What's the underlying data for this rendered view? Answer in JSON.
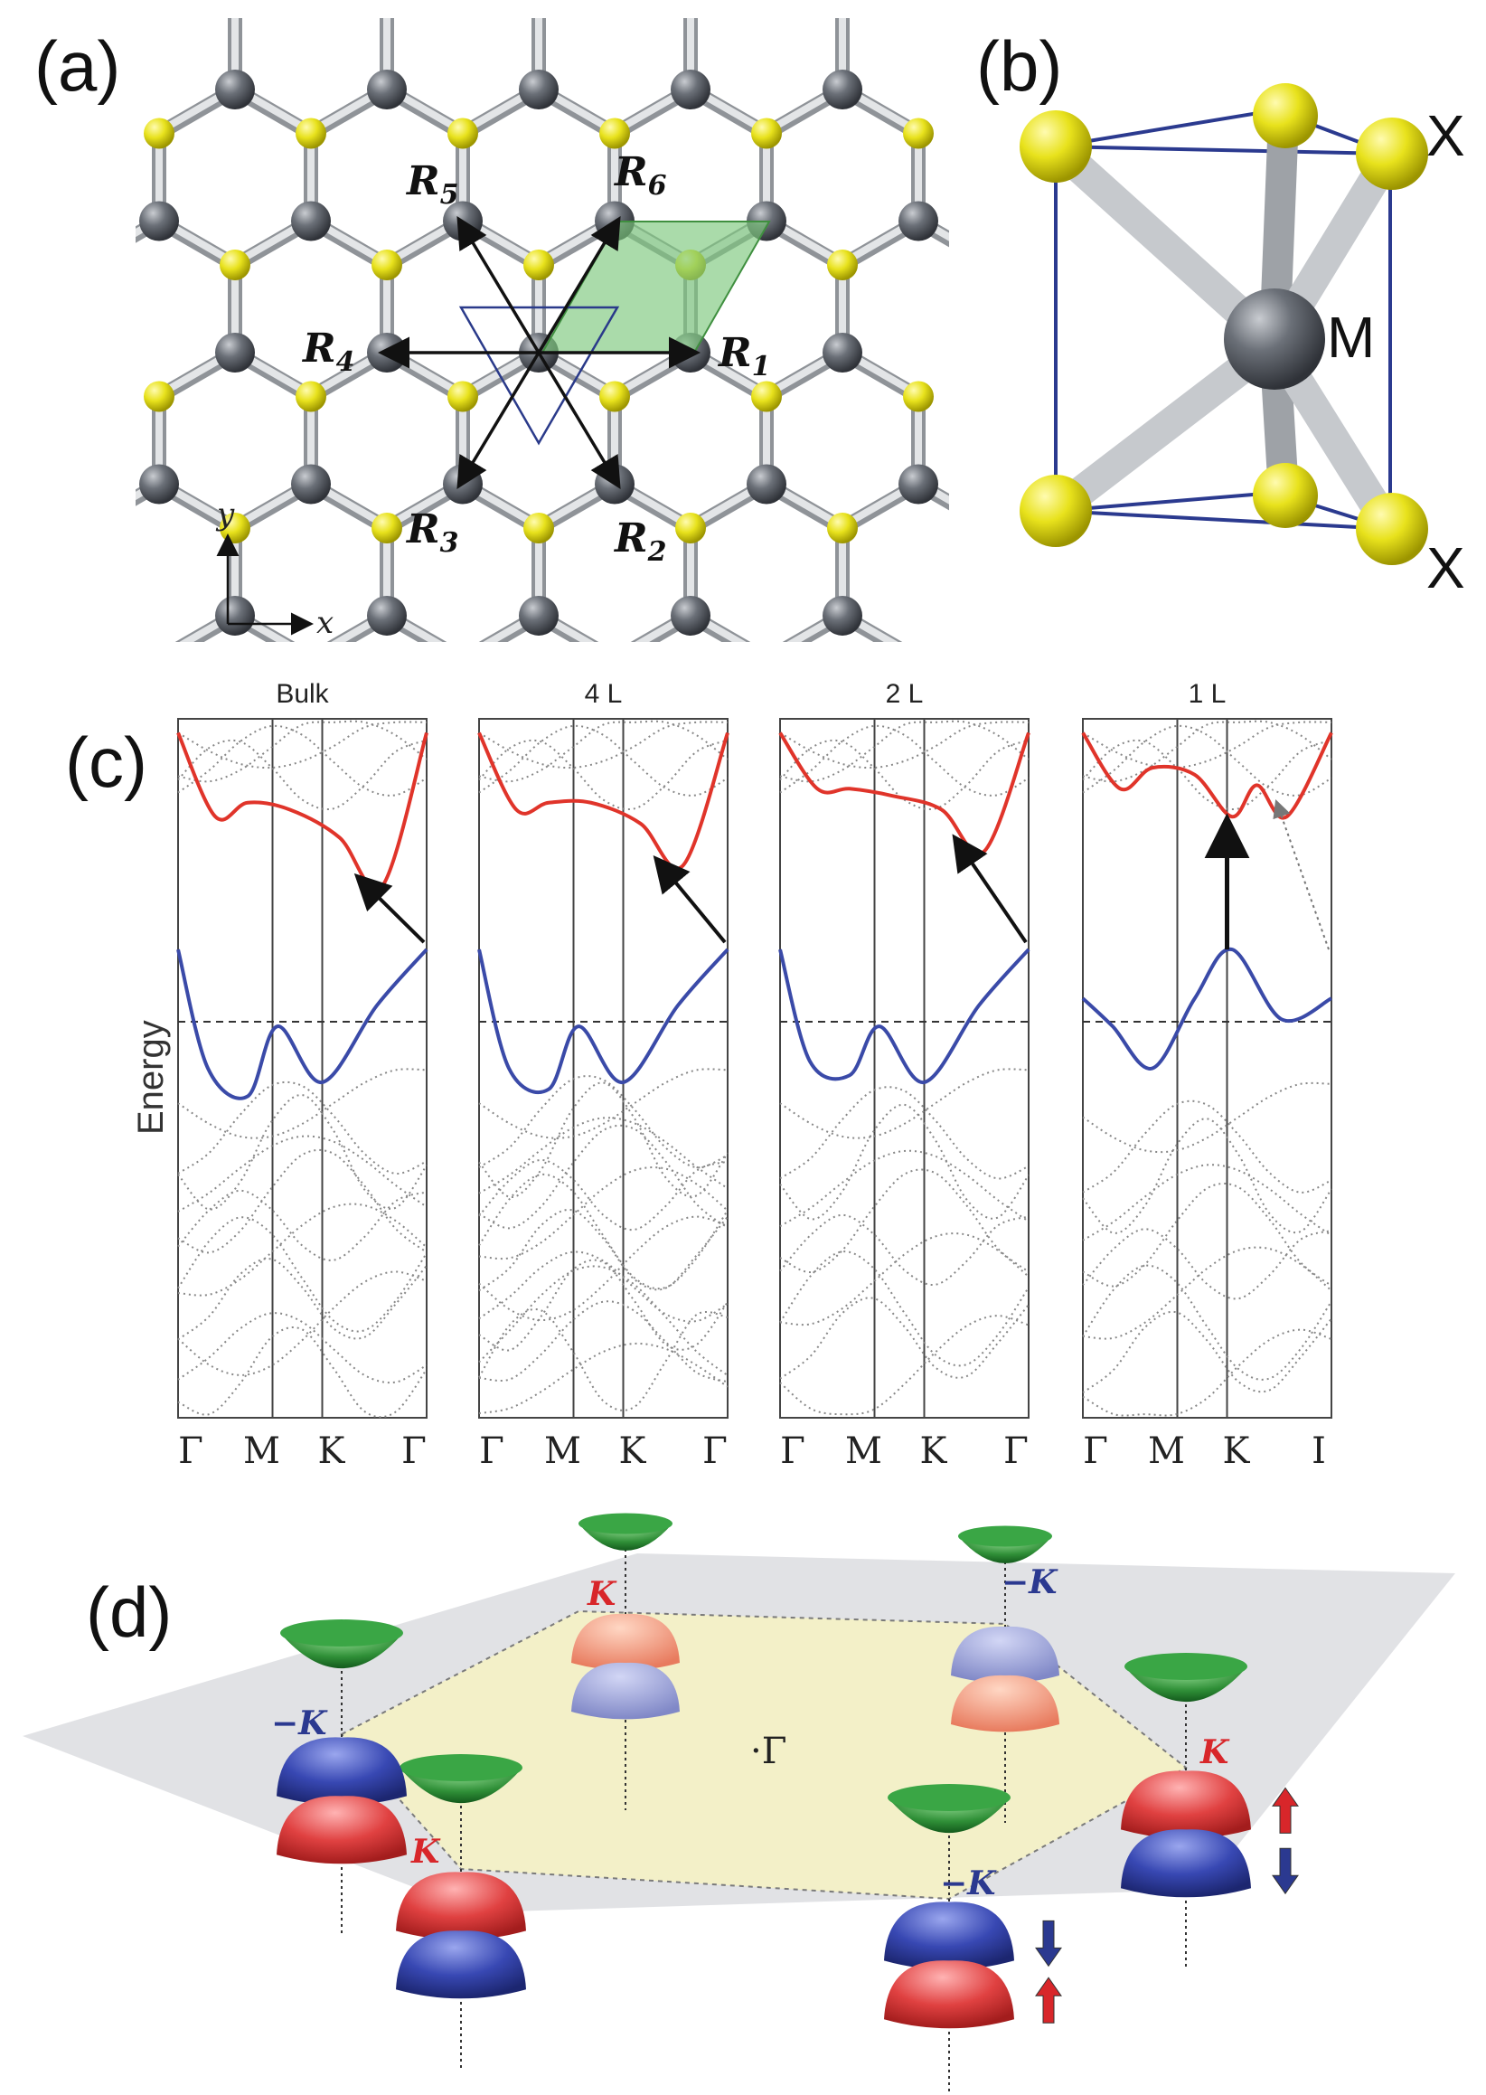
{
  "panel_a": {
    "label": "(a)",
    "vectors": [
      {
        "name": "R",
        "sub": "1"
      },
      {
        "name": "R",
        "sub": "2"
      },
      {
        "name": "R",
        "sub": "3"
      },
      {
        "name": "R",
        "sub": "4"
      },
      {
        "name": "R",
        "sub": "5"
      },
      {
        "name": "R",
        "sub": "6"
      }
    ],
    "axis_x": "x",
    "axis_y": "y",
    "colors": {
      "metal": "#5b5f66",
      "chalcogen": "#e6e21a",
      "bond": "#b9bcc0",
      "cell": "#7cc77c",
      "triangle": "#2a3a8a"
    }
  },
  "panel_b": {
    "label": "(b)",
    "atom_top": "X",
    "atom_center": "M",
    "atom_bottom": "X",
    "colors": {
      "box": "#2b3a8f"
    }
  },
  "panel_c": {
    "label": "(c)",
    "ylabel": "Energy",
    "subplots": [
      {
        "title": "Bulk",
        "ticks": [
          "Γ",
          "M",
          "K",
          "Γ"
        ]
      },
      {
        "title": "4 L",
        "ticks": [
          "Γ",
          "M",
          "K",
          "Γ"
        ]
      },
      {
        "title": "2 L",
        "ticks": [
          "Γ",
          "M",
          "K",
          "Γ"
        ]
      },
      {
        "title": "1 L",
        "ticks": [
          "Γ",
          "M",
          "K",
          "I"
        ]
      }
    ],
    "colors": {
      "conduction": "#e0342a",
      "valence": "#3a4aa8",
      "other": "#888888"
    }
  },
  "panel_d": {
    "label": "(d)",
    "center": "·Γ",
    "valley_labels": [
      "K",
      "−K",
      "K",
      "−K",
      "K",
      "−K"
    ],
    "colors": {
      "K": "#d8262a",
      "minusK": "#2b3990",
      "cone": "#1f7a2a",
      "zone": "#f3f0c8",
      "plane": "#dcdde0"
    }
  }
}
